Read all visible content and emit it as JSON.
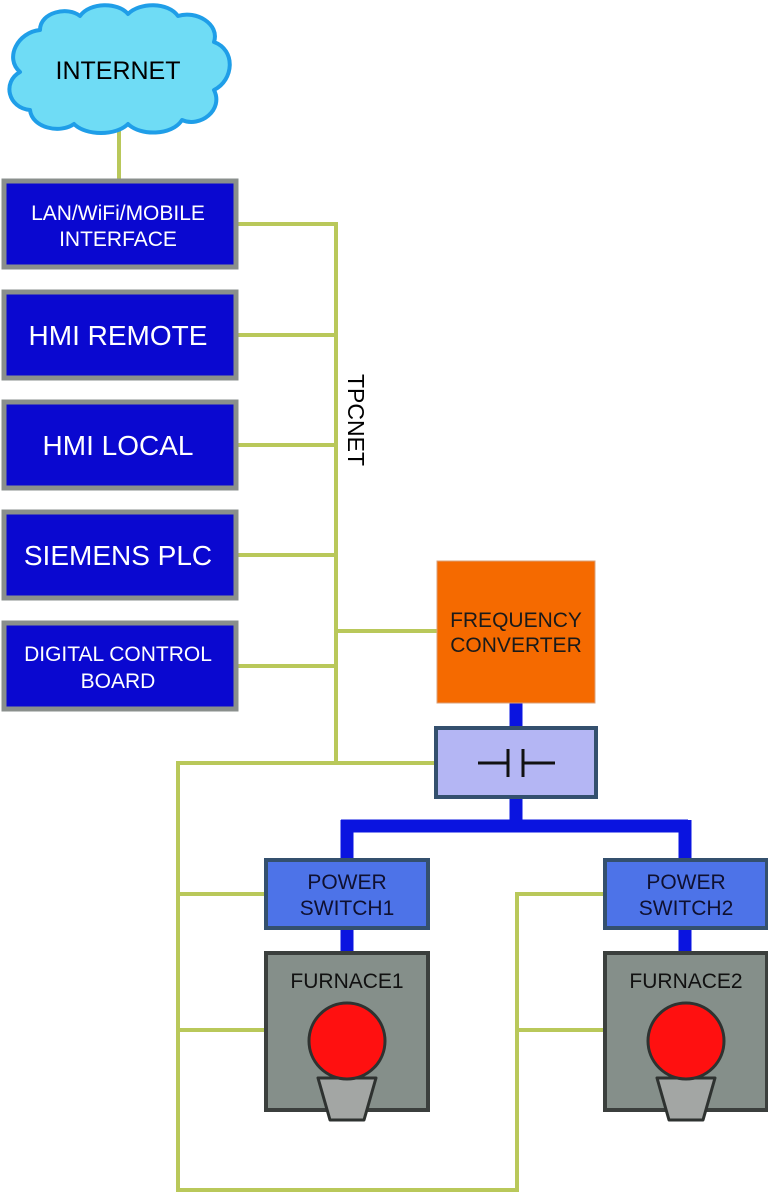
{
  "cloud": {
    "label": "INTERNET"
  },
  "modules": [
    {
      "line1": "LAN/WiFi/MOBILE",
      "line2": "INTERFACE"
    },
    {
      "line1": "HMI REMOTE"
    },
    {
      "line1": "HMI LOCAL"
    },
    {
      "line1": "SIEMENS PLC"
    },
    {
      "line1": "DIGITAL CONTROL",
      "line2": "BOARD"
    }
  ],
  "bus": {
    "label": "TPCNET"
  },
  "converter": {
    "line1": "FREQUENCY",
    "line2": "CONVERTER"
  },
  "capacitor": {
    "symbol": "capacitor-icon"
  },
  "switches": [
    {
      "line1": "POWER",
      "line2": "SWITCH1"
    },
    {
      "line1": "POWER",
      "line2": "SWITCH2"
    }
  ],
  "furnaces": [
    {
      "label": "FURNACE1"
    },
    {
      "label": "FURNACE2"
    }
  ],
  "colors": {
    "network_line": "#b9c85a",
    "power_line": "#0a14e0",
    "module_fill": "#0a08d0",
    "module_border": "#8a8f8c",
    "cloud_fill": "#6fdcf5",
    "cloud_border": "#1f9ee8",
    "converter_fill": "#f56a00",
    "capacitor_fill": "#b4b6f4",
    "capacitor_border": "#34506e",
    "switch_fill": "#4d73e8",
    "switch_border": "#34506e",
    "furnace_fill": "#858f8a",
    "furnace_border": "#3b3f3d",
    "crucible": "#ff1010",
    "nozzle": "#a3a6a4"
  }
}
